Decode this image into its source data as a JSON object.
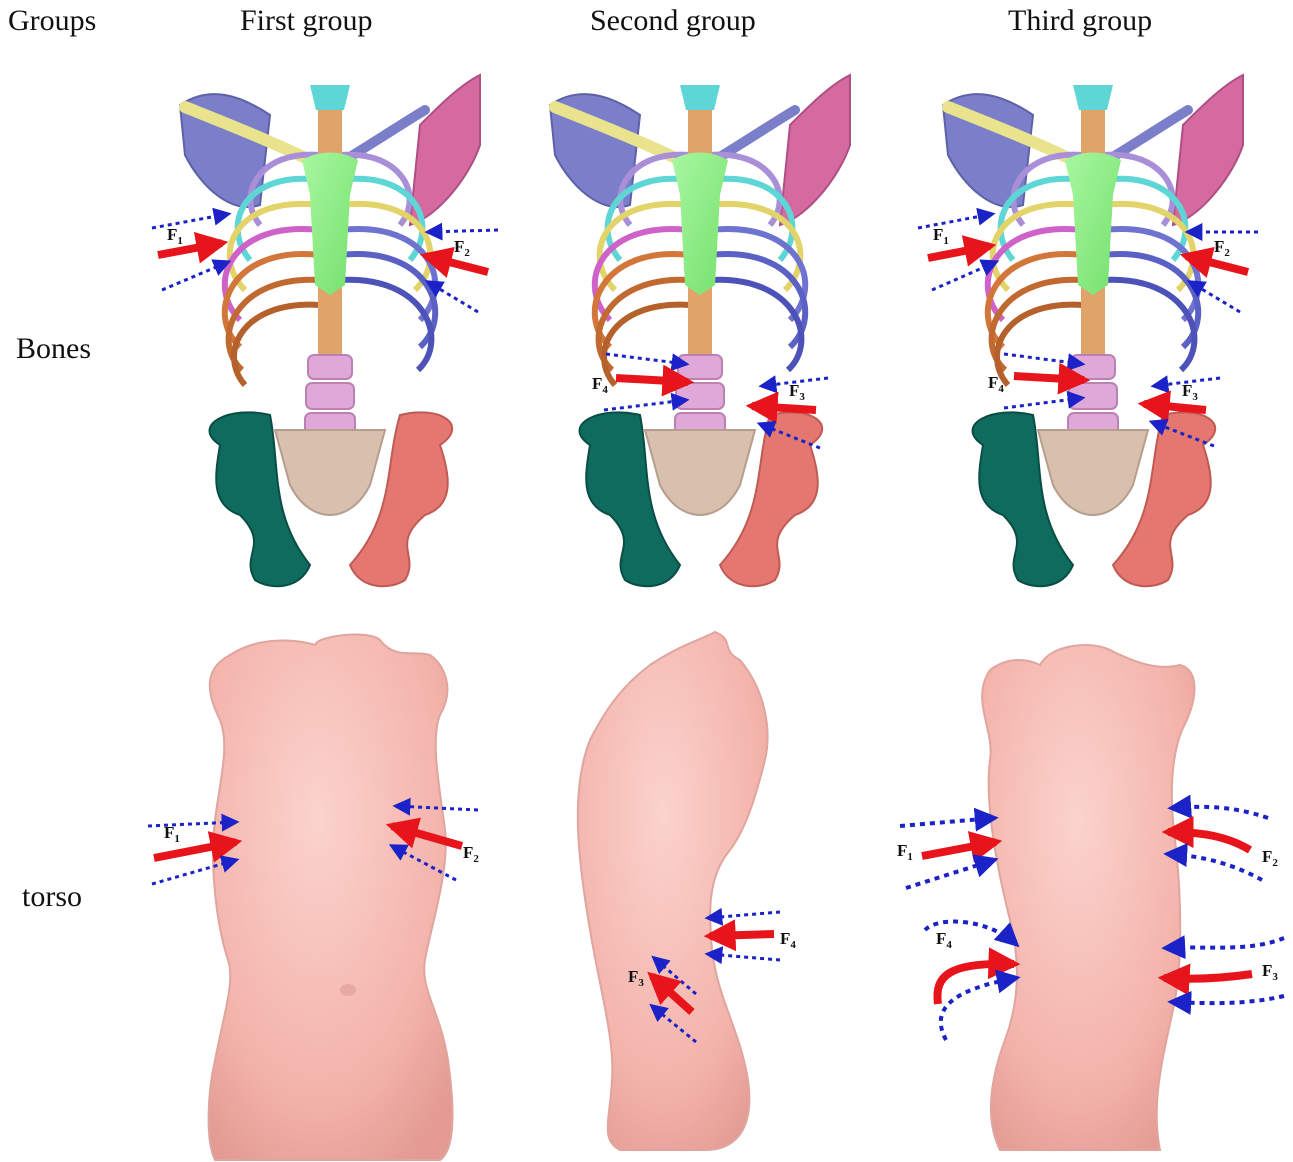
{
  "headers": {
    "groups": "Groups",
    "first": "First group",
    "second": "Second group",
    "third": "Third group"
  },
  "rows": {
    "bones": "Bones",
    "torso": "torso"
  },
  "force_labels": {
    "F1": {
      "base": "F",
      "sub": "1"
    },
    "F2": {
      "base": "F",
      "sub": "2"
    },
    "F3": {
      "base": "F",
      "sub": "3"
    },
    "F4": {
      "base": "F",
      "sub": "4"
    }
  },
  "colors": {
    "force_arrow": "#e8141b",
    "support_arrow": "#1a22c8",
    "torso_skin": "#f4b8b1",
    "ilium_left": "#0f6b5e",
    "ilium_right": "#e47871",
    "sacrum": "#d9bfae",
    "sternum": "#8ff08a",
    "vertebra": "#e0a8d8"
  }
}
